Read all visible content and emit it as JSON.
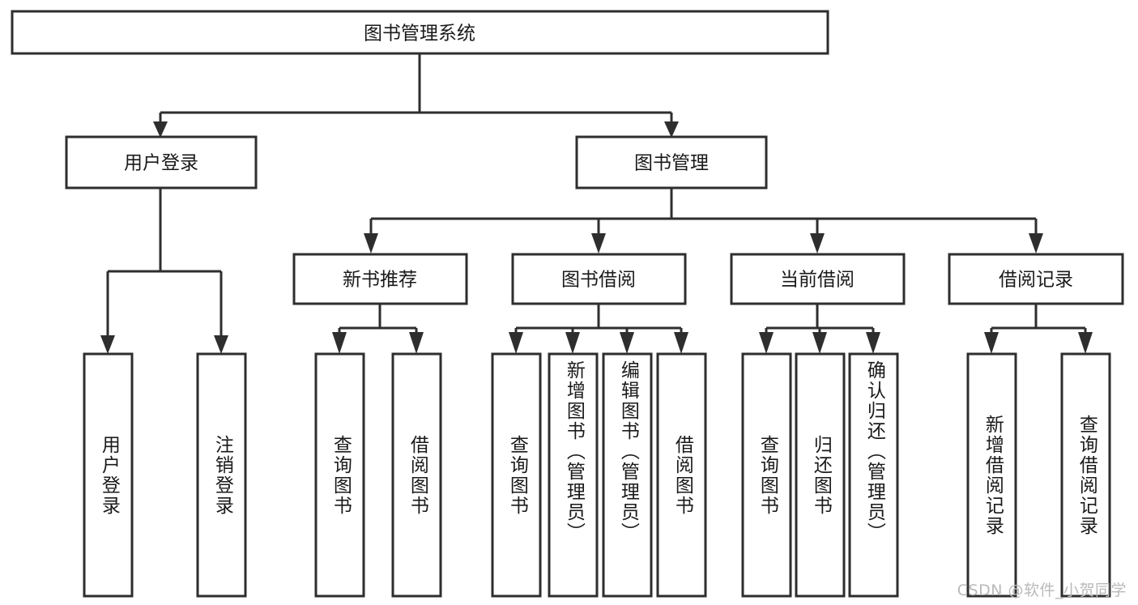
{
  "diagram": {
    "title": "图书管理系统",
    "type": "tree-hierarchy",
    "watermark": "CSDN @软件_小贺同学",
    "colors": {
      "stroke": "#2e2e2e",
      "fill": "#ffffff",
      "text": "#1a1a1a",
      "watermark": "#b9b9b9"
    },
    "root": {
      "label": "图书管理系统"
    },
    "level2": [
      {
        "label": "用户登录"
      },
      {
        "label": "图书管理"
      }
    ],
    "level3": [
      {
        "label": "新书推荐"
      },
      {
        "label": "图书借阅"
      },
      {
        "label": "当前借阅"
      },
      {
        "label": "借阅记录"
      }
    ],
    "leaves": {
      "user_login": [
        {
          "label": "用户登录"
        },
        {
          "label": "注销登录"
        }
      ],
      "new_book_recommend": [
        {
          "label": "查询图书"
        },
        {
          "label": "借阅图书"
        }
      ],
      "book_borrow": [
        {
          "label": "查询图书"
        },
        {
          "label": "新增图书（管理员）"
        },
        {
          "label": "编辑图书（管理员）"
        },
        {
          "label": "借阅图书"
        }
      ],
      "current_borrow": [
        {
          "label": "查询图书"
        },
        {
          "label": "归还图书"
        },
        {
          "label": "确认归还（管理员）"
        }
      ],
      "borrow_record": [
        {
          "label": "新增借阅记录"
        },
        {
          "label": "查询借阅记录"
        }
      ]
    }
  }
}
